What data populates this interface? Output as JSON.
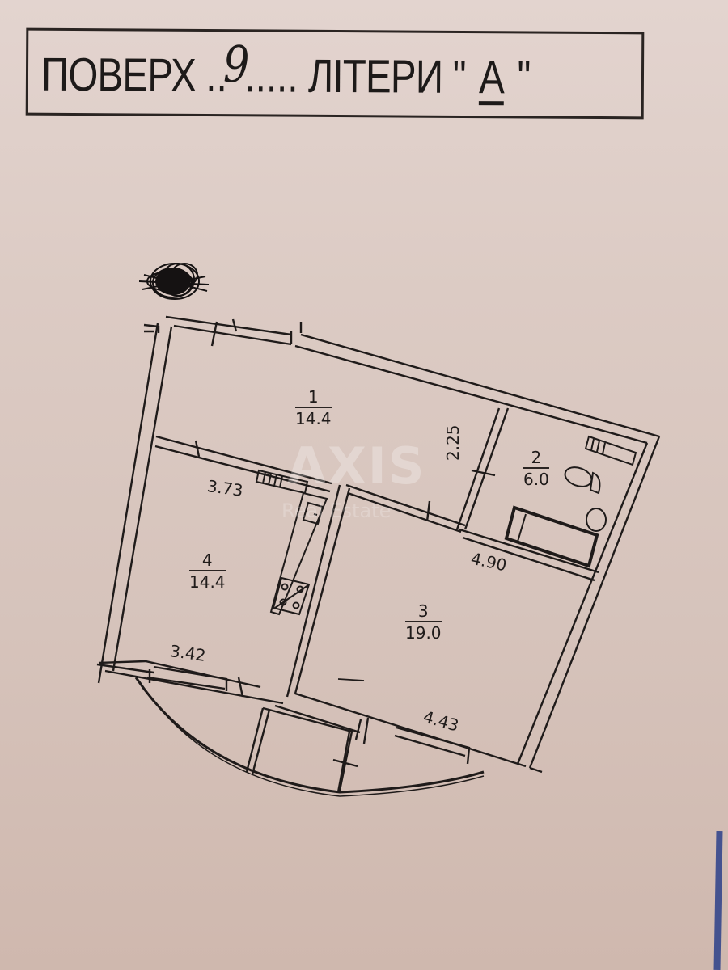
{
  "header": {
    "floor_label": "ПОВЕРХ",
    "floor_dots_left": "..",
    "floor_number": "9",
    "floor_dots_right": ".....",
    "building_label": "ЛІТЕРИ",
    "quote_open": "\"",
    "building_letter": "А",
    "quote_close": "\""
  },
  "rooms": [
    {
      "number": "1",
      "area": "14.4"
    },
    {
      "number": "2",
      "area": "6.0"
    },
    {
      "number": "3",
      "area": "19.0"
    },
    {
      "number": "4",
      "area": "14.4"
    }
  ],
  "dimensions": {
    "corridor_width": "2.25",
    "kitchen_top": "3.73",
    "kitchen_bottom": "3.42",
    "living_top": "4.90",
    "living_bottom": "4.43"
  },
  "watermark": {
    "brand": "AXIS",
    "subtitle": "Real Estate"
  },
  "fixtures": [
    "toilet-icon",
    "bathtub-icon",
    "sink-icon",
    "radiator-icon",
    "stove-icon",
    "kitchen-sink-icon"
  ],
  "colors": {
    "paper": "#dccbc4",
    "ink": "#1f1b1a",
    "blue_mark": "#2c3f8a"
  }
}
